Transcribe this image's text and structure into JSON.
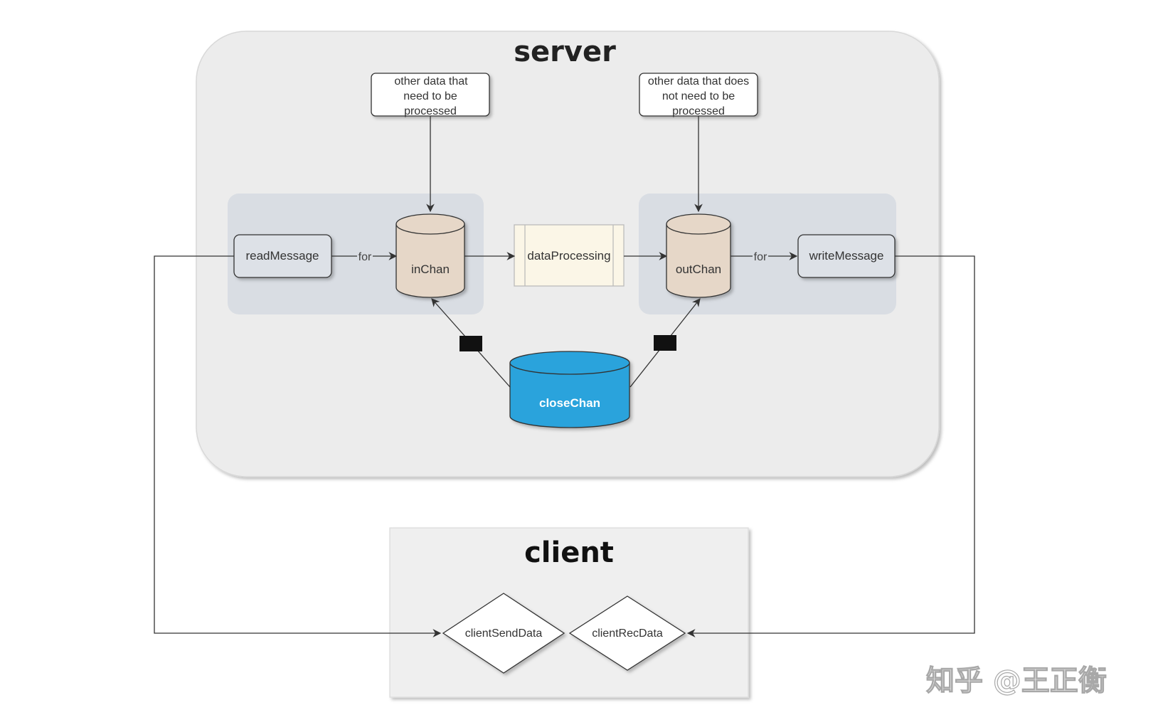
{
  "diagram": {
    "server": {
      "title": "server"
    },
    "client": {
      "title": "client"
    },
    "nodes": {
      "note_in": [
        "other data that",
        "need to be",
        "processed"
      ],
      "note_out": [
        "other data that does",
        "not need to be",
        "processed"
      ],
      "read_message": "readMessage",
      "in_chan": "inChan",
      "data_processing": "dataProcessing",
      "out_chan": "outChan",
      "write_message": "writeMessage",
      "close_chan": "closeChan",
      "client_send": "clientSendData",
      "client_rec": "clientRecData"
    },
    "edges": {
      "for_label_1": "for",
      "for_label_2": "for"
    },
    "colors": {
      "server_bg": "#ececec",
      "group_bg": "#d9dde3",
      "channel_fill": "#e6d7c8",
      "process_fill": "#fbf6e7",
      "close_fill": "#2aa3dc",
      "edge": "#333333"
    }
  },
  "watermark": {
    "text": "知乎 @王正衡"
  }
}
